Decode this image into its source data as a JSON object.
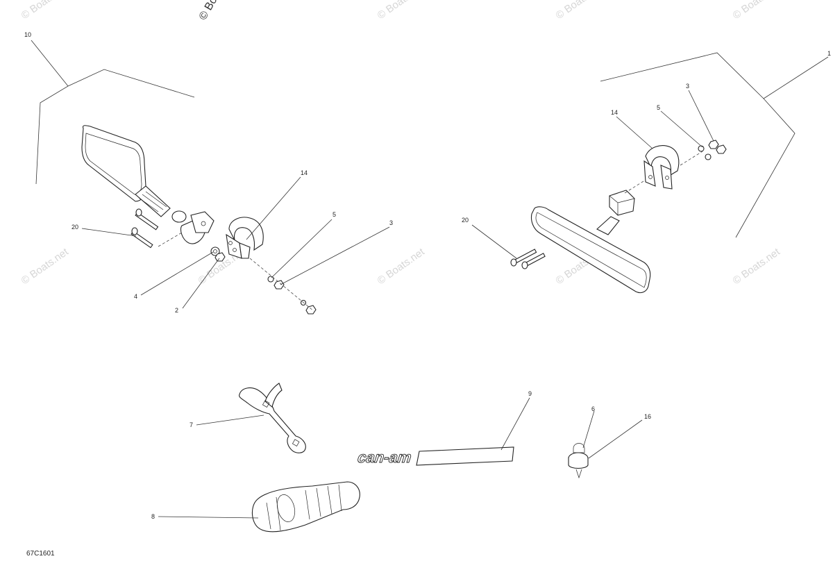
{
  "diagram": {
    "drawing_code": "67C1601",
    "watermark_text": "© Boats.net",
    "logo_text": "can-am",
    "callouts": [
      "10",
      "20",
      "14",
      "5",
      "3",
      "4",
      "2",
      "1",
      "3",
      "5",
      "14",
      "20",
      "7",
      "9",
      "6",
      "16",
      "8"
    ]
  }
}
